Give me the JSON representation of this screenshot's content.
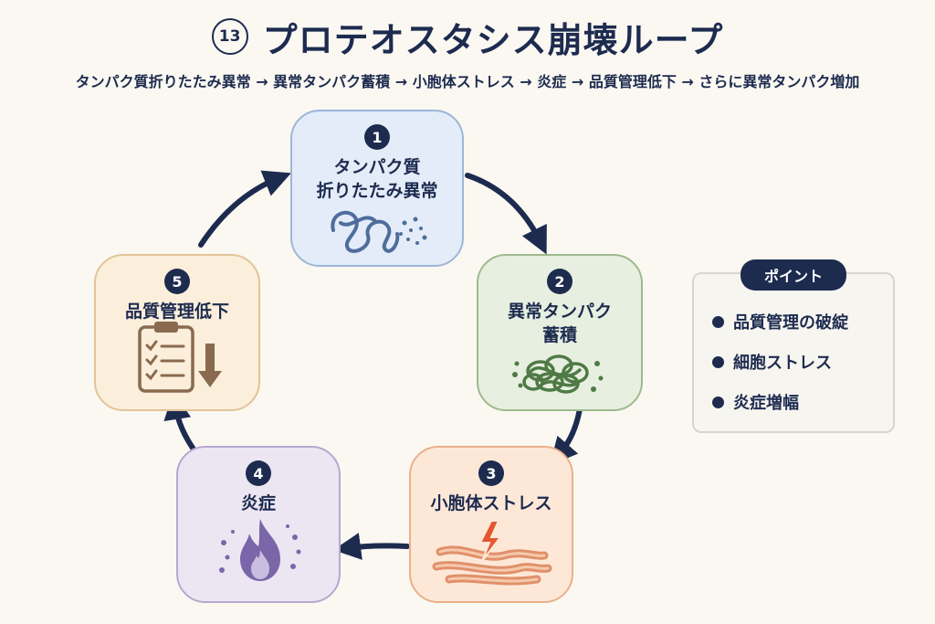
{
  "header": {
    "number": "13",
    "title": "プロテオスタシス崩壊ループ",
    "subtitle": "タンパク質折りたたみ異常 → 異常タンパク蓄積 → 小胞体ストレス → 炎症 → 品質管理低下 → さらに異常タンパク増加"
  },
  "cycle": [
    {
      "number": "1",
      "label": "タンパク質\n折りたたみ異常",
      "icon": "tangled-protein-icon",
      "color": "#e3ecf8"
    },
    {
      "number": "2",
      "label": "異常タンパク\n蓄積",
      "icon": "protein-aggregate-icon",
      "color": "#e7efe0"
    },
    {
      "number": "3",
      "label": "小胞体ストレス",
      "icon": "er-stress-icon",
      "color": "#fde8d8"
    },
    {
      "number": "4",
      "label": "炎症",
      "icon": "flame-icon",
      "color": "#ece6f3"
    },
    {
      "number": "5",
      "label": "品質管理低下",
      "icon": "clipboard-down-icon",
      "color": "#fbeedb"
    }
  ],
  "points": {
    "header": "ポイント",
    "items": [
      "品質管理の破綻",
      "細胞ストレス",
      "炎症増幅"
    ]
  },
  "colors": {
    "navy": "#1d2b4f"
  }
}
